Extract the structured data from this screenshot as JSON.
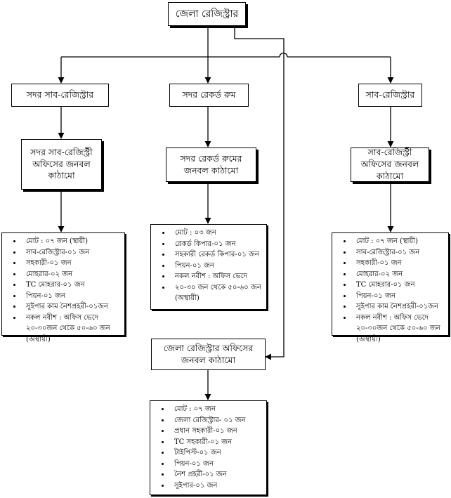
{
  "boxes": {
    "root": "জেলা রেজিস্ট্রার",
    "sadar_sub": "সদর সাব-রেজিস্ট্রার",
    "sadar_record": "সদর রেকর্ড রুম",
    "sub_registrar": "সাব-রেজিস্ট্রার",
    "sadar_sub_office": "সদর সাব-রেজিস্ট্রী অফিসের জনবল কাঠামো",
    "sadar_record_office": "সদর রেকর্ড রুমের জনবল কাঠামো",
    "sub_office": "সাব-রেজিস্ট্রী অফিসের জনবল কাঠামো",
    "district_office": "জেলা রেজিস্ট্রার অফিসের জনবল কাঠামো"
  },
  "lists": {
    "sadar_sub": [
      "মোট : ০৭ জন (স্থায়ী)",
      "সাব-রেজিস্ট্রার-০১ জন",
      "সহকারী-০১ জন",
      "মোহরার-০২ জন",
      "TC মোহরার-০১ জন",
      "পিয়ন-০১ জন",
      "সুইপার কাম নৈশপ্রহরী-০১জন",
      "নকল নবীশ : অফিস ভেদে ২০-৩০জন থেকে ৫০-৬০ জন (অস্থায়ী)"
    ],
    "sadar_record": [
      "মোট : ০৩ জন",
      "রেকর্ড কিপার-০১ জন",
      "সহকারী রেকর্ড কিপার-০১ জন",
      "পিয়ন-০১ জন",
      "নকল নবীশ : অফিস ভেদে",
      "২০-৩০ জন থেকে ৫০-৬০ জন (অস্থায়ী)"
    ],
    "sub": [
      "মোট : ০৭ জন (স্থায়ী)",
      "সাব-রেজিস্ট্রার-০১ জন",
      "সহকারী-০১ জন",
      "মোহরার-০২ জন",
      "TC মোহরার-০১ জন",
      "পিয়ন-০১ জন",
      "সুইপার কাম নৈশপ্রহরী-০১জন",
      "নকল নবীশ : অফিস ভেদে ২০-৩০জন থেকে ৫০-৬০ জন (অস্থায়ী)"
    ],
    "district": [
      "মোট : ০৭ জন",
      "জেলা রেজিস্ট্রার- ০১ জন",
      "প্রধান সহকারী-০১ জন",
      "TC সহকারী-০১ জন",
      "টাইপিস্ট-০১ জন",
      "পিয়ন-০১ জন",
      "নৈশ প্রহরী-০১ জন",
      "সুইপার-০১ জন"
    ]
  }
}
